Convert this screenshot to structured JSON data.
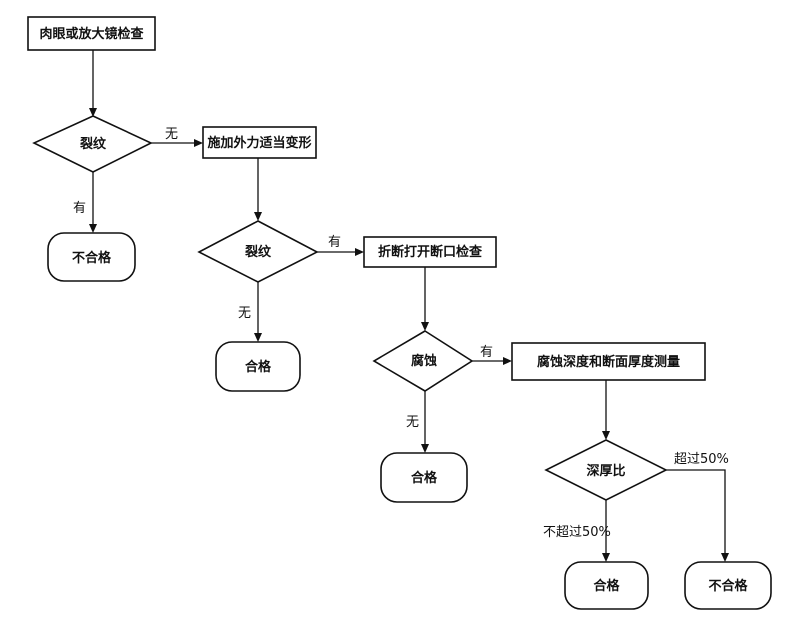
{
  "nodes": {
    "visual_inspection": "肉眼或放大镜检查",
    "decision_crack_1": "裂纹",
    "apply_deformation": "施加外力适当变形",
    "result_fail_1": "不合格",
    "decision_crack_2": "裂纹",
    "fracture_inspection": "折断打开断口检查",
    "result_pass_1": "合格",
    "decision_corrosion": "腐蚀",
    "measure_depth": "腐蚀深度和断面厚度测量",
    "result_pass_2": "合格",
    "decision_ratio": "深厚比",
    "result_pass_3": "合格",
    "result_fail_2": "不合格"
  },
  "edge_labels": {
    "crack1_no": "无",
    "crack1_yes": "有",
    "crack2_yes": "有",
    "crack2_no": "无",
    "corrosion_yes": "有",
    "corrosion_no": "无",
    "ratio_over": "超过50%",
    "ratio_not_over": "不超过50%"
  }
}
